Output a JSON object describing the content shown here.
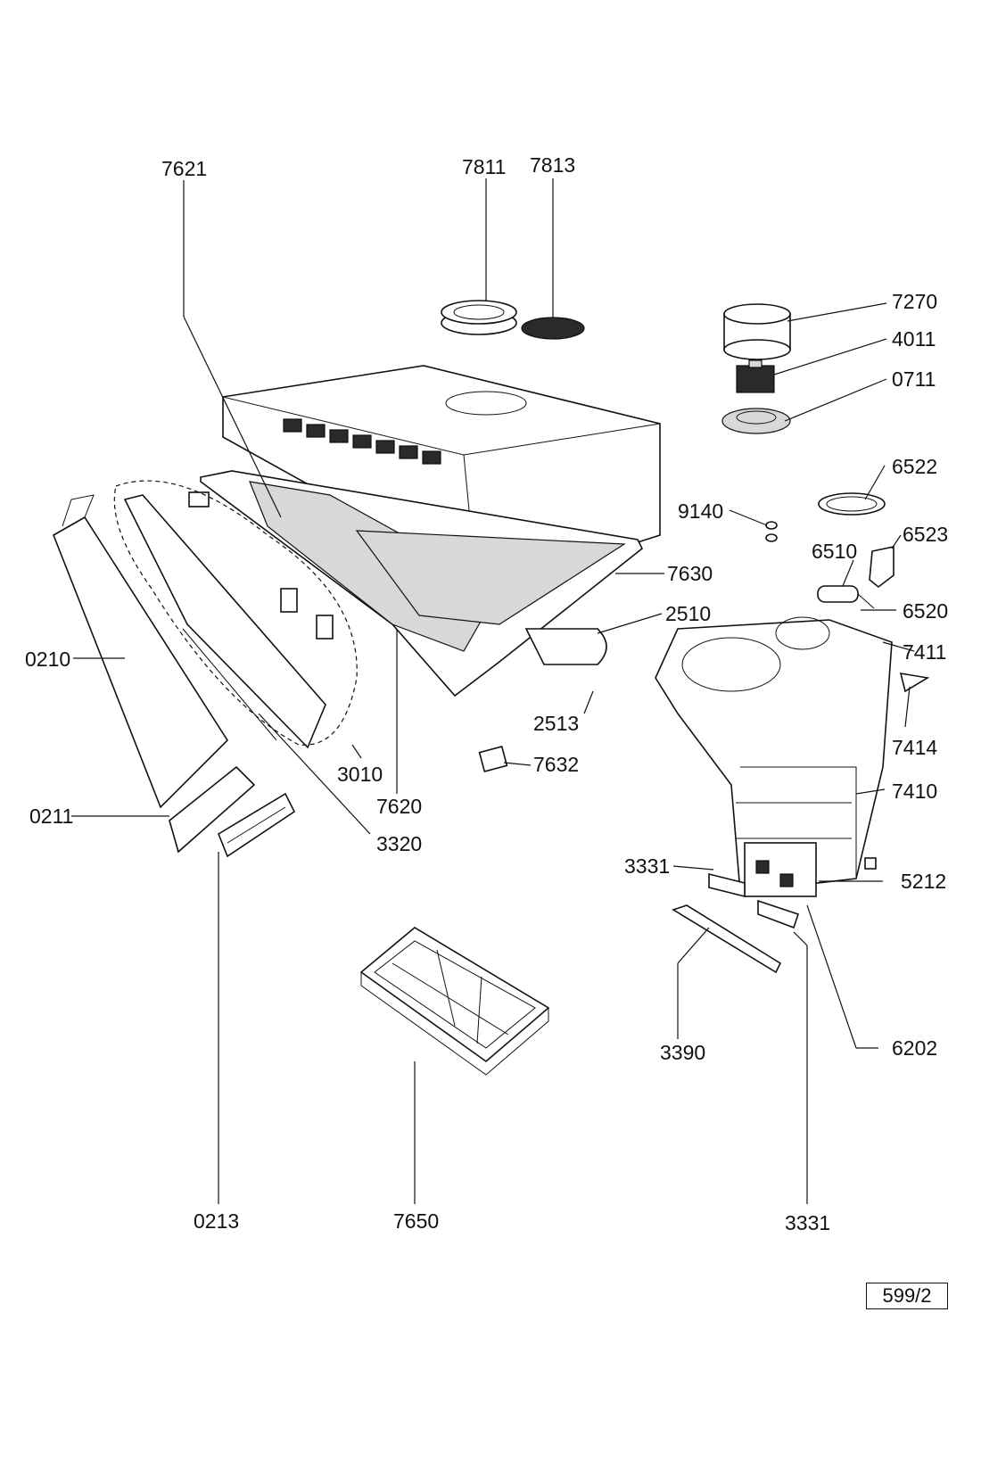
{
  "labels": {
    "p7621": "7621",
    "p7811": "7811",
    "p7813": "7813",
    "p7270": "7270",
    "p4011": "4011",
    "p0711": "0711",
    "p6522": "6522",
    "p9140": "9140",
    "p6523": "6523",
    "p6510": "6510",
    "p7630": "7630",
    "p6520": "6520",
    "p2510": "2510",
    "p7411": "7411",
    "p0210": "0210",
    "p2513": "2513",
    "p7414": "7414",
    "p7632": "7632",
    "p3010": "3010",
    "p7410": "7410",
    "p7620": "7620",
    "p0211": "0211",
    "p3320": "3320",
    "p3331a": "3331",
    "p5212": "5212",
    "p3390": "3390",
    "p6202": "6202",
    "p0213": "0213",
    "p7650": "7650",
    "p3331b": "3331"
  },
  "page_ref": "599/2"
}
